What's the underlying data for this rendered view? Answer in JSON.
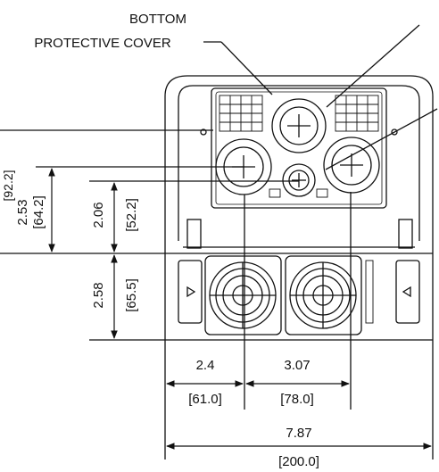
{
  "labels": {
    "cover_line1": "BOTTOM",
    "cover_line2": "PROTECTIVE COVER"
  },
  "dimensions": {
    "left_outer_in": "[92.2]",
    "left_in": "2.53",
    "left_mm": "[64.2]",
    "mid_in": "2.06",
    "mid_mm": "[52.2]",
    "lower_in": "2.58",
    "lower_mm": "[65.5]",
    "width_a_in": "2.4",
    "width_a_mm": "[61.0]",
    "width_b_in": "3.07",
    "width_b_mm": "[78.0]",
    "total_in": "7.87",
    "total_mm": "[200.0]"
  },
  "colors": {
    "line": "#111111",
    "background": "#ffffff"
  }
}
